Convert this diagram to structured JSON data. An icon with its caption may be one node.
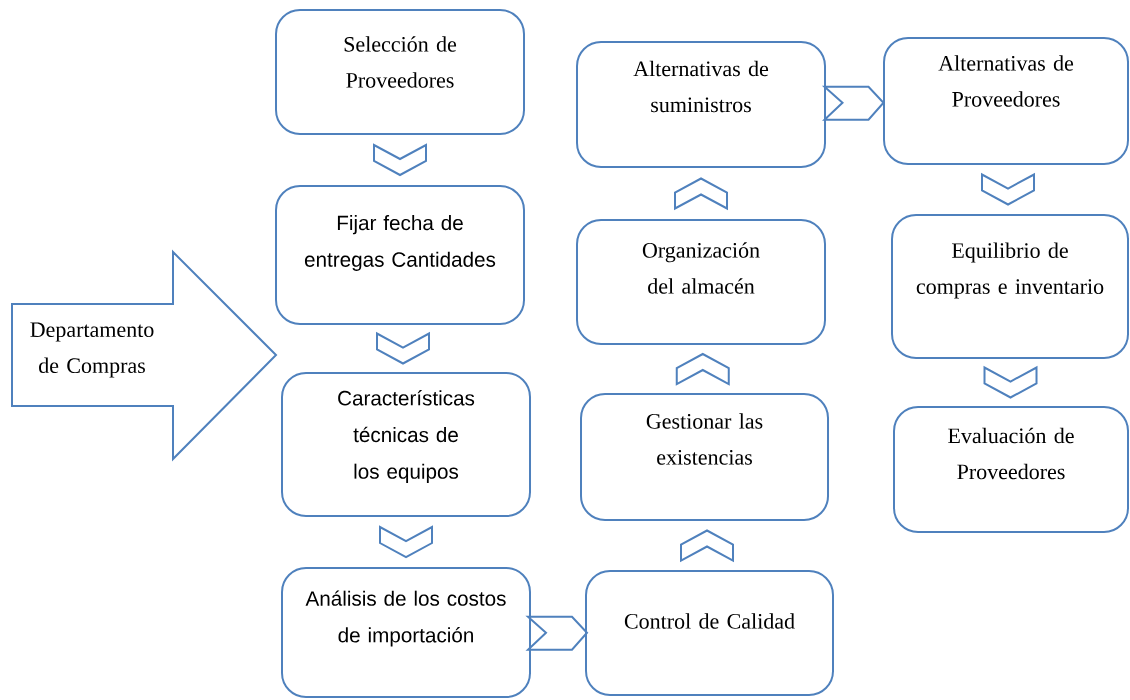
{
  "diagram": {
    "nodes": [
      {
        "text": [
          "Departamento de Compras"
        ]
      },
      {
        "text": [
          "Selección de Proveedores"
        ]
      },
      {
        "text": [
          "Fijar fecha de entregas Cantidades"
        ]
      },
      {
        "text": [
          "Características técnicas de los equipos"
        ]
      },
      {
        "text": [
          "Análisis de los costos de importación"
        ]
      },
      {
        "text": [
          "Control de Calidad"
        ]
      },
      {
        "text": [
          "Gestionar las existencias"
        ]
      },
      {
        "text": [
          "Organización del almacén"
        ]
      },
      {
        "text": [
          "Alternativas de suministros"
        ]
      },
      {
        "text": [
          "Alternativas de Proveedores"
        ]
      },
      {
        "text": [
          "Equilibrio de compras e inventario"
        ]
      },
      {
        "text": [
          "Evaluación de Proveedores"
        ]
      }
    ],
    "edges": [
      {
        "from": 1,
        "to": 2,
        "arrow": "to"
      },
      {
        "from": 2,
        "to": 3,
        "arrow": "to"
      },
      {
        "from": 3,
        "to": 4,
        "arrow": "to"
      },
      {
        "from": 4,
        "to": 5,
        "arrow": "to"
      },
      {
        "from": 5,
        "to": 6,
        "arrow": "to"
      },
      {
        "from": 6,
        "to": 7,
        "arrow": "to"
      },
      {
        "from": 7,
        "to": 8,
        "arrow": "to"
      },
      {
        "from": 8,
        "to": 9,
        "arrow": "to"
      },
      {
        "from": 9,
        "to": 10,
        "arrow": "to"
      },
      {
        "from": 10,
        "to": 11,
        "arrow": "to"
      }
    ]
  }
}
